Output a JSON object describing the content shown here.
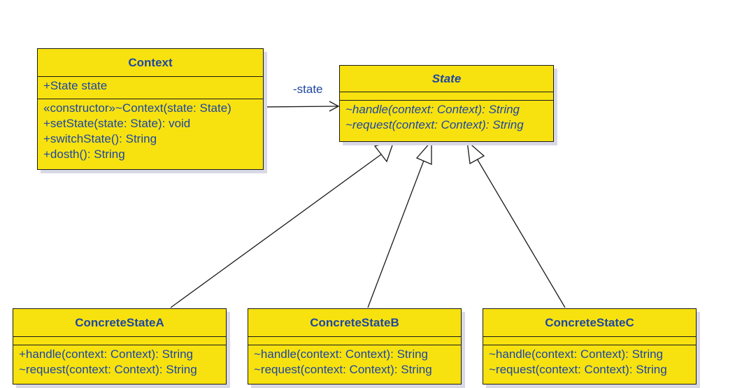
{
  "colors": {
    "class_fill": "#f7e20f",
    "text": "#1f47a3",
    "border": "#1a1a1a",
    "shadow": "#d9d9e6"
  },
  "classes": {
    "context": {
      "name": "Context",
      "attributes": [
        "+State state"
      ],
      "operations": [
        "«constructor»~Context(state: State)",
        "+setState(state: State): void",
        "+switchState(): String",
        "+dosth(): String"
      ]
    },
    "state": {
      "name": "State",
      "abstract": true,
      "attributes": [],
      "operations": [
        "~handle(context: Context): String",
        "~request(context: Context): String"
      ]
    },
    "concrete_a": {
      "name": "ConcreteStateA",
      "attributes": [],
      "operations": [
        "+handle(context: Context): String",
        "~request(context: Context): String"
      ]
    },
    "concrete_b": {
      "name": "ConcreteStateB",
      "attributes": [],
      "operations": [
        "~handle(context: Context): String",
        "~request(context: Context): String"
      ]
    },
    "concrete_c": {
      "name": "ConcreteStateC",
      "attributes": [],
      "operations": [
        "~handle(context: Context): String",
        "~request(context: Context): String"
      ]
    }
  },
  "relations": {
    "association": {
      "from": "Context",
      "to": "State",
      "label": "-state"
    },
    "generalizations": [
      {
        "from": "ConcreteStateA",
        "to": "State"
      },
      {
        "from": "ConcreteStateB",
        "to": "State"
      },
      {
        "from": "ConcreteStateC",
        "to": "State"
      }
    ]
  }
}
